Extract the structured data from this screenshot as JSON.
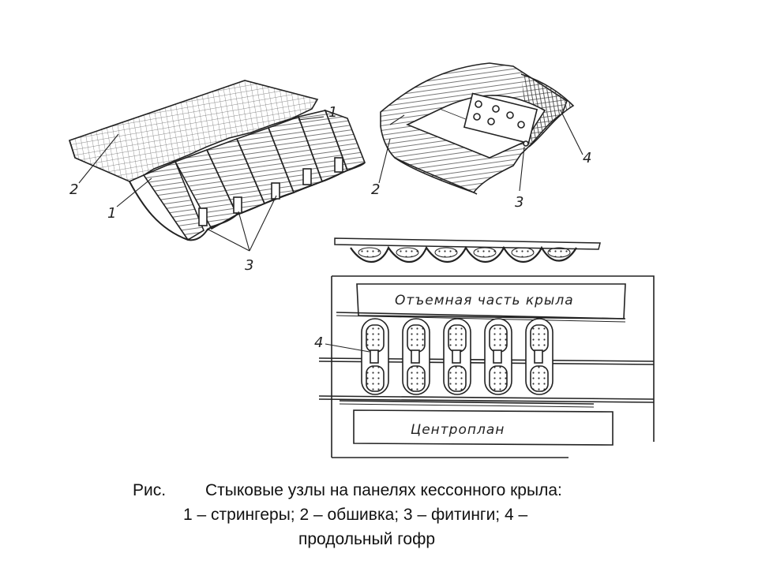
{
  "figure": {
    "callouts": {
      "left_1_top": "1",
      "left_1_bottom": "1",
      "left_2": "2",
      "left_3": "3",
      "right_2": "2",
      "right_3": "3",
      "right_4": "4",
      "plan_4": "4"
    },
    "plan_labels": {
      "detachable_part": "Отъемная часть крыла",
      "center_section": "Центроплан"
    }
  },
  "caption": {
    "prefix": "Рис.",
    "line1": "Стыковые узлы на панелях кессонного крыла:",
    "line2": "1 – стрингеры; 2 – обшивка; 3 – фитинги; 4 –",
    "line3": "продольный гофр"
  }
}
